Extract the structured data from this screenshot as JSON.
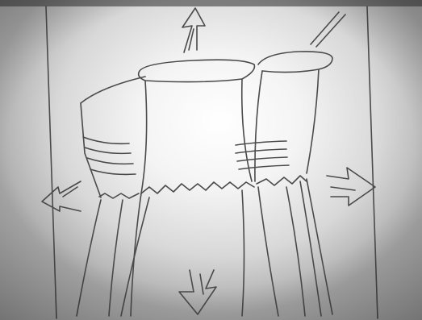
{
  "scene": {
    "kind": "pencil-sketch-photo",
    "paper_color": "#e9e9e9",
    "line_color": "#4a4a4a",
    "arrows": [
      "up",
      "left",
      "right",
      "down"
    ]
  }
}
